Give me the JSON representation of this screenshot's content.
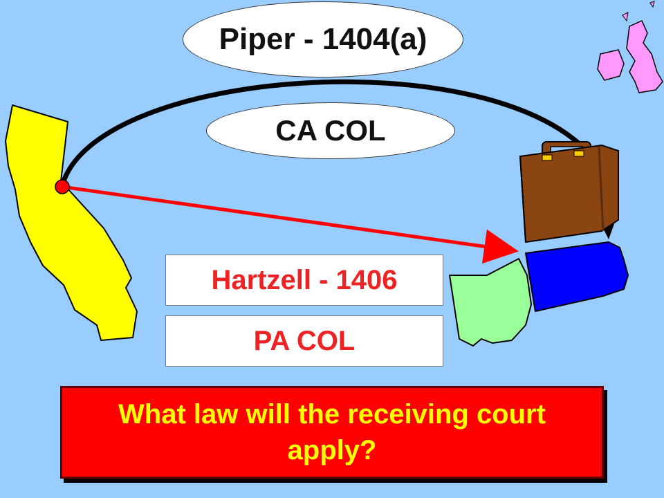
{
  "labels": {
    "piper": "Piper - 1404(a)",
    "ca_col": "CA COL",
    "hartzell": "Hartzell - 1406",
    "pa_col": "PA COL"
  },
  "question": "What law will the receiving court apply?",
  "colors": {
    "background": "#99ccff",
    "california": "#ffff00",
    "ohio": "#99ff99",
    "pennsylvania": "#0000ff",
    "briefcase": "#8b4513",
    "uk_map": "#ff99ff",
    "red_arrow": "#ff0000",
    "question_box": "#ff0000",
    "question_text": "#ffff00",
    "box_text": "#ee2222"
  }
}
